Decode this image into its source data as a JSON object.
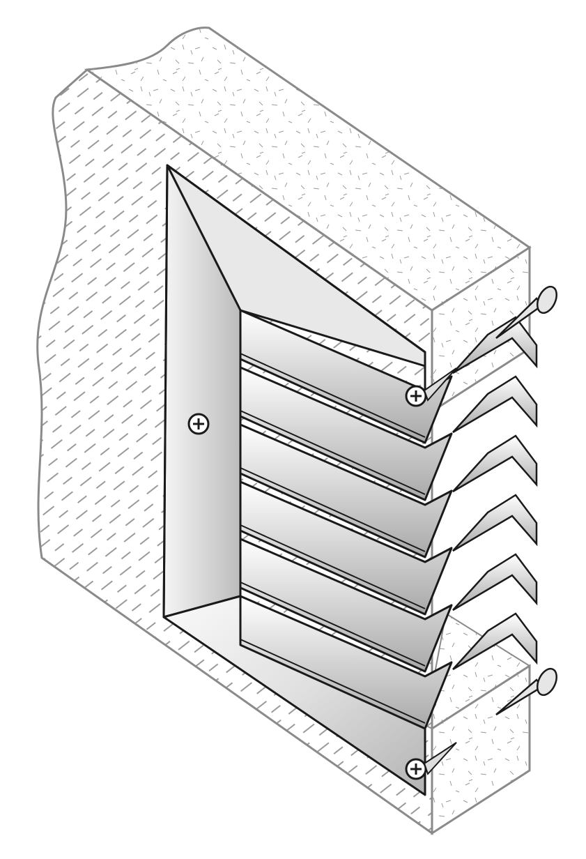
{
  "illustration": {
    "subject": "louver",
    "blade_count": 6,
    "screw_count": 3,
    "anchor_count": 2
  },
  "colors": {
    "background": "#ffffff",
    "outline": "#1a1a1a",
    "wall_outline": "#8a8a8a",
    "hatch": "#9a9a9a",
    "metal_light": "#f2f2f2",
    "metal_mid": "#c8c8c8",
    "metal_dark": "#8c8c8c"
  },
  "icons": [
    "screw-icon",
    "wall-anchor-icon"
  ]
}
